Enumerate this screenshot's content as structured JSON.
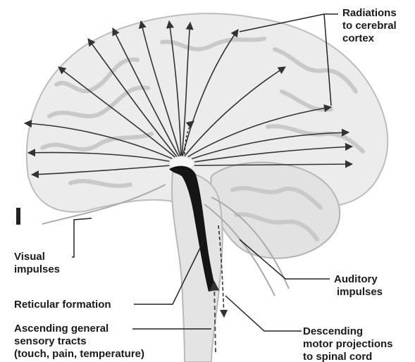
{
  "diagram": {
    "labels": {
      "radiations": [
        "Radiations",
        "to cerebral",
        "cortex"
      ],
      "visual": [
        "Visual",
        "impulses"
      ],
      "auditory": [
        "Auditory",
        "impulses"
      ],
      "reticular": "Reticular formation",
      "ascending": [
        "Ascending general",
        "sensory tracts",
        "(touch, pain, temperature)"
      ],
      "descending": [
        "Descending",
        "motor projections",
        "to spinal cord"
      ]
    },
    "colors": {
      "brain_fill": "#e9e9e9",
      "brain_fold": "#c8c8c8",
      "pathway": "#151515",
      "arrow": "#333333",
      "leader": "#222222"
    }
  }
}
